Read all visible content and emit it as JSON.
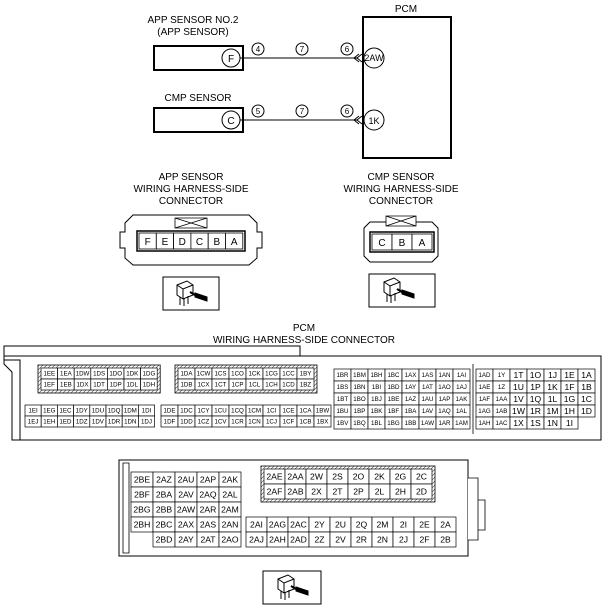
{
  "circuit": {
    "app_sensor_label_1": "APP SENSOR NO.2",
    "app_sensor_label_2": "(APP SENSOR)",
    "app_sensor_pin": "F",
    "cmp_sensor_label": "CMP SENSOR",
    "cmp_sensor_pin": "C",
    "pcm_label": "PCM",
    "pcm_pin_app": "2AW",
    "pcm_pin_cmp": "1K",
    "marker_app": [
      "4",
      "7",
      "6"
    ],
    "marker_cmp": [
      "5",
      "7",
      "6"
    ]
  },
  "app_connector": {
    "title": [
      "APP SENSOR",
      "WIRING HARNESS-SIDE",
      "CONNECTOR"
    ],
    "pins": [
      "F",
      "E",
      "D",
      "C",
      "B",
      "A"
    ]
  },
  "cmp_connector": {
    "title": [
      "CMP SENSOR",
      "WIRING HARNESS-SIDE",
      "CONNECTOR"
    ],
    "pins": [
      "C",
      "B",
      "A"
    ]
  },
  "pcm_connector": {
    "title": [
      "PCM",
      "WIRING HARNESS-SIDE CONNECTOR"
    ],
    "block1": {
      "rows": [
        [
          "1EE",
          "1EA",
          "1DW",
          "1DS",
          "1DO",
          "1DK",
          "1DG"
        ],
        [
          "1EF",
          "1EB",
          "1DX",
          "1DT",
          "1DP",
          "1DL",
          "1DH"
        ]
      ]
    },
    "block2": {
      "rows": [
        [
          "1DA",
          "1CW",
          "1CS",
          "1CO",
          "1CK",
          "1CG",
          "1CC",
          "1BY"
        ],
        [
          "1DB",
          "1CX",
          "1CT",
          "1CP",
          "1CL",
          "1CH",
          "1CD",
          "1BZ"
        ]
      ]
    },
    "block3": {
      "rows": [
        [
          "1EI",
          "1EG",
          "1EC",
          "1DY",
          "1DU",
          "1DQ",
          "1DM",
          "1DI"
        ],
        [
          "1EJ",
          "1EH",
          "1ED",
          "1DZ",
          "1DV",
          "1DR",
          "1DN",
          "1DJ"
        ]
      ]
    },
    "block4": {
      "rows": [
        [
          "1DE",
          "1DC",
          "1CY",
          "1CU",
          "1CQ",
          "1CM",
          "1CI",
          "1CE",
          "1CA",
          "1BW"
        ],
        [
          "1DF",
          "1DD",
          "1CZ",
          "1CV",
          "1CR",
          "1CN",
          "1CJ",
          "1CF",
          "1CB",
          "1BX"
        ]
      ]
    },
    "block5": {
      "rows": [
        [
          "1BR",
          "1BM",
          "1BH",
          "1BC",
          "1AX",
          "1AS",
          "1AN",
          "1AI"
        ],
        [
          "1BS",
          "1BN",
          "1BI",
          "1BD",
          "1AY",
          "1AT",
          "1AO",
          "1AJ"
        ],
        [
          "1BT",
          "1BO",
          "1BJ",
          "1BE",
          "1AZ",
          "1AU",
          "1AP",
          "1AK"
        ],
        [
          "1BU",
          "1BP",
          "1BK",
          "1BF",
          "1BA",
          "1AV",
          "1AQ",
          "1AL"
        ],
        [
          "1BV",
          "1BQ",
          "1BL",
          "1BG",
          "1BB",
          "1AW",
          "1AR",
          "1AM"
        ]
      ]
    },
    "block6": {
      "rows": [
        [
          "1AD",
          "1Y",
          "1T",
          "1O",
          "1J",
          "1E",
          "1A"
        ],
        [
          "1AE",
          "1Z",
          "1U",
          "1P",
          "1K",
          "1F",
          "1B"
        ],
        [
          "1AF",
          "1AA",
          "1V",
          "1Q",
          "1L",
          "1G",
          "1C"
        ],
        [
          "1AG",
          "1AB",
          "1W",
          "1R",
          "1M",
          "1H",
          "1D"
        ],
        [
          "1AH",
          "1AC",
          "1X",
          "1S",
          "1N",
          "1I",
          ""
        ]
      ]
    },
    "block7": {
      "rows": [
        [
          "2BE",
          "2AZ",
          "2AU",
          "2AP",
          "2AK"
        ],
        [
          "2BF",
          "2BA",
          "2AV",
          "2AQ",
          "2AL"
        ],
        [
          "2BG",
          "2BB",
          "2AW",
          "2AR",
          "2AM"
        ],
        [
          "2BH",
          "2BC",
          "2AX",
          "2AS",
          "2AN"
        ],
        [
          "",
          "2BD",
          "2AY",
          "2AT",
          "2AO"
        ]
      ]
    },
    "block8": {
      "rows": [
        [
          "2AE",
          "2AA",
          "2W",
          "2S",
          "2O",
          "2K",
          "2G",
          "2C"
        ],
        [
          "2AF",
          "2AB",
          "2X",
          "2T",
          "2P",
          "2L",
          "2H",
          "2D"
        ]
      ]
    },
    "block9": {
      "rows": [
        [
          "2AI",
          "2AG",
          "2AC",
          "2Y",
          "2U",
          "2Q",
          "2M",
          "2I",
          "2E",
          "2A"
        ],
        [
          "2AJ",
          "2AH",
          "2AD",
          "2Z",
          "2V",
          "2R",
          "2N",
          "2J",
          "2F",
          "2B"
        ]
      ]
    }
  }
}
